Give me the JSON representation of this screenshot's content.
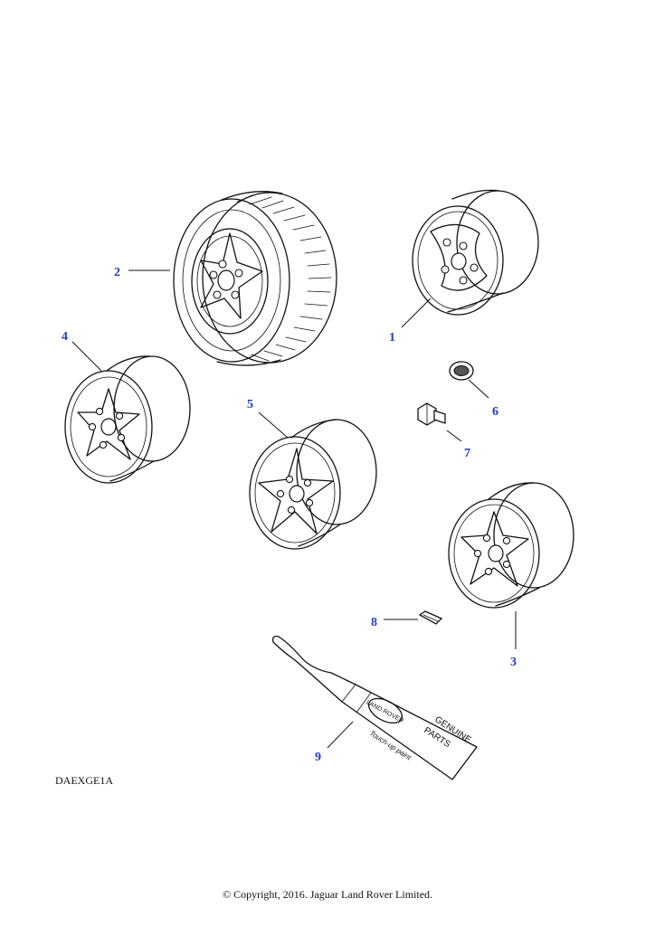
{
  "diagram_code": "DAEXGE1A",
  "copyright": "© Copyright, 2016. Jaguar Land Rover Limited.",
  "callout_color": "#1f3fbf",
  "line_color": "#111111",
  "callouts": [
    {
      "id": "1",
      "label": "1",
      "part": "alloy-wheel-3-spoke"
    },
    {
      "id": "2",
      "label": "2",
      "part": "wheel-and-tyre-assembly"
    },
    {
      "id": "3",
      "label": "3",
      "part": "alloy-wheel-5-spoke-rear"
    },
    {
      "id": "4",
      "label": "4",
      "part": "alloy-wheel-5-spoke-left"
    },
    {
      "id": "5",
      "label": "5",
      "part": "alloy-wheel-5-star"
    },
    {
      "id": "6",
      "label": "6",
      "part": "centre-cap"
    },
    {
      "id": "7",
      "label": "7",
      "part": "wheel-nut"
    },
    {
      "id": "8",
      "label": "8",
      "part": "balance-weight"
    },
    {
      "id": "9",
      "label": "9",
      "part": "touch-up-paint-pen"
    }
  ],
  "paint_pen": {
    "brand_badge": "LAND ROVER",
    "label_line1": "GENUINE",
    "label_line2": "PARTS",
    "label_line3": "Touch-up paint"
  }
}
